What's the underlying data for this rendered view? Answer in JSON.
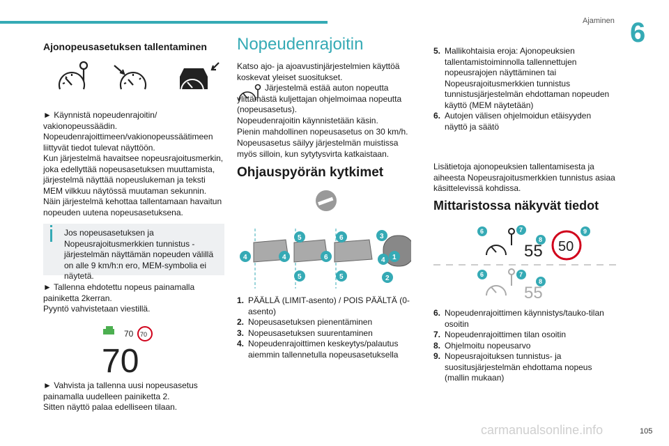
{
  "header": {
    "section": "Ajaminen",
    "chapter": "6"
  },
  "col1": {
    "title": "Ajonopeusasetuksen tallentaminen",
    "p1": "► Käynnistä nopeudenrajoitin/ vakionopeussäädin.",
    "p2": "Nopeudenrajoittimeen/vakionopeussäätimeen liittyvät tiedot tulevat näyttöön.",
    "p3": "Kun järjestelmä havaitsee nopeusrajoitusmerkin, joka edellyttää nopeusasetuksen muuttamista, järjestelmä näyttää nopeuslukeman ja teksti MEM vilkkuu näytössä muutaman sekunnin.",
    "p4": "Näin järjestelmä kehottaa tallentamaan havaitun nopeuden uutena nopeusasetuksena.",
    "note": "Jos nopeusasetuksen ja Nopeusrajoitusmerkkien tunnistus -järjestelmän näyttämän nopeuden välillä on alle 9 km/h:n ero, MEM-symbolia ei näytetä.",
    "p5a": "► Tallenna ehdotettu nopeus painamalla painiketta 2kerran.",
    "p5b": "Pyyntö vahvistetaan viestillä.",
    "small_speed": "70",
    "sign_speed": "70",
    "big_speed": "70",
    "p6a": "► Vahvista ja tallenna uusi nopeusasetus painamalla uudelleen painiketta 2.",
    "p6b": "Sitten näyttö palaa edelliseen tilaan."
  },
  "col2": {
    "title": "Nopeudenrajoitin",
    "p1": "Katso ajo- ja ajoavustinjärjestelmien käyttöä koskevat yleiset suositukset.",
    "p2": "Järjestelmä estää auton nopeutta ylittämästä kuljettajan ohjelmoimaa nopeutta (nopeusasetus).",
    "p3": "Nopeudenrajoitin käynnistetään käsin.",
    "p4": "Pienin mahdollinen nopeusasetus on 30 km/h.",
    "p5": "Nopeusasetus säilyy järjestelmän muistissa myös silloin, kun sytytysvirta katkaistaan.",
    "title2": "Ohjauspyörän kytkimet",
    "items": [
      {
        "n": "1.",
        "t": "PÄÄLLÄ (LIMIT-asento) / POIS PÄÄLTÄ (0-asento)"
      },
      {
        "n": "2.",
        "t": "Nopeusasetuksen pienentäminen"
      },
      {
        "n": "3.",
        "t": "Nopeusasetuksen suurentaminen"
      },
      {
        "n": "4.",
        "t": "Nopeudenrajoittimen keskeytys/palautus aiemmin tallennetulla nopeusasetuksella"
      }
    ],
    "callouts": [
      "4",
      "5",
      "5",
      "4",
      "6",
      "5",
      "6",
      "3",
      "4",
      "1",
      "2"
    ]
  },
  "col3": {
    "item5n": "5.",
    "item5": "Mallikohtaisia eroja: Ajonopeuksien tallentamistoiminnolla tallennettujen nopeusrajojen näyttäminen tai Nopeusrajoitusmerkkien tunnistus tunnistusjärjestelmän ehdottaman nopeuden käyttö (MEM näytetään)",
    "item6n": "6.",
    "item6": "Autojen välisen ohjelmoidun etäisyyden näyttö ja säätö",
    "p1": "Lisätietoja ajonopeuksien tallentamisesta ja aiheesta Nopeusrajoitusmerkkien tunnistus asiaa käsittelevissä kohdissa.",
    "title": "Mittaristossa näkyvät tiedot",
    "disp_speed": "55",
    "disp_sign": "50",
    "disp_speed2": "55",
    "items": [
      {
        "n": "6.",
        "t": "Nopeudenrajoittimen käynnistys/tauko-tilan osoitin"
      },
      {
        "n": "7.",
        "t": "Nopeudenrajoittimen tilan osoitin"
      },
      {
        "n": "8.",
        "t": "Ohjelmoitu nopeusarvo"
      },
      {
        "n": "9.",
        "t": "Nopeusrajoituksen tunnistus- ja suositusjärjestelmän ehdottama nopeus (mallin mukaan)"
      }
    ]
  },
  "footer": {
    "page": "105",
    "watermark": "carmanualsonline.info"
  },
  "colors": {
    "accent": "#35aab5",
    "red": "#d0021b"
  }
}
